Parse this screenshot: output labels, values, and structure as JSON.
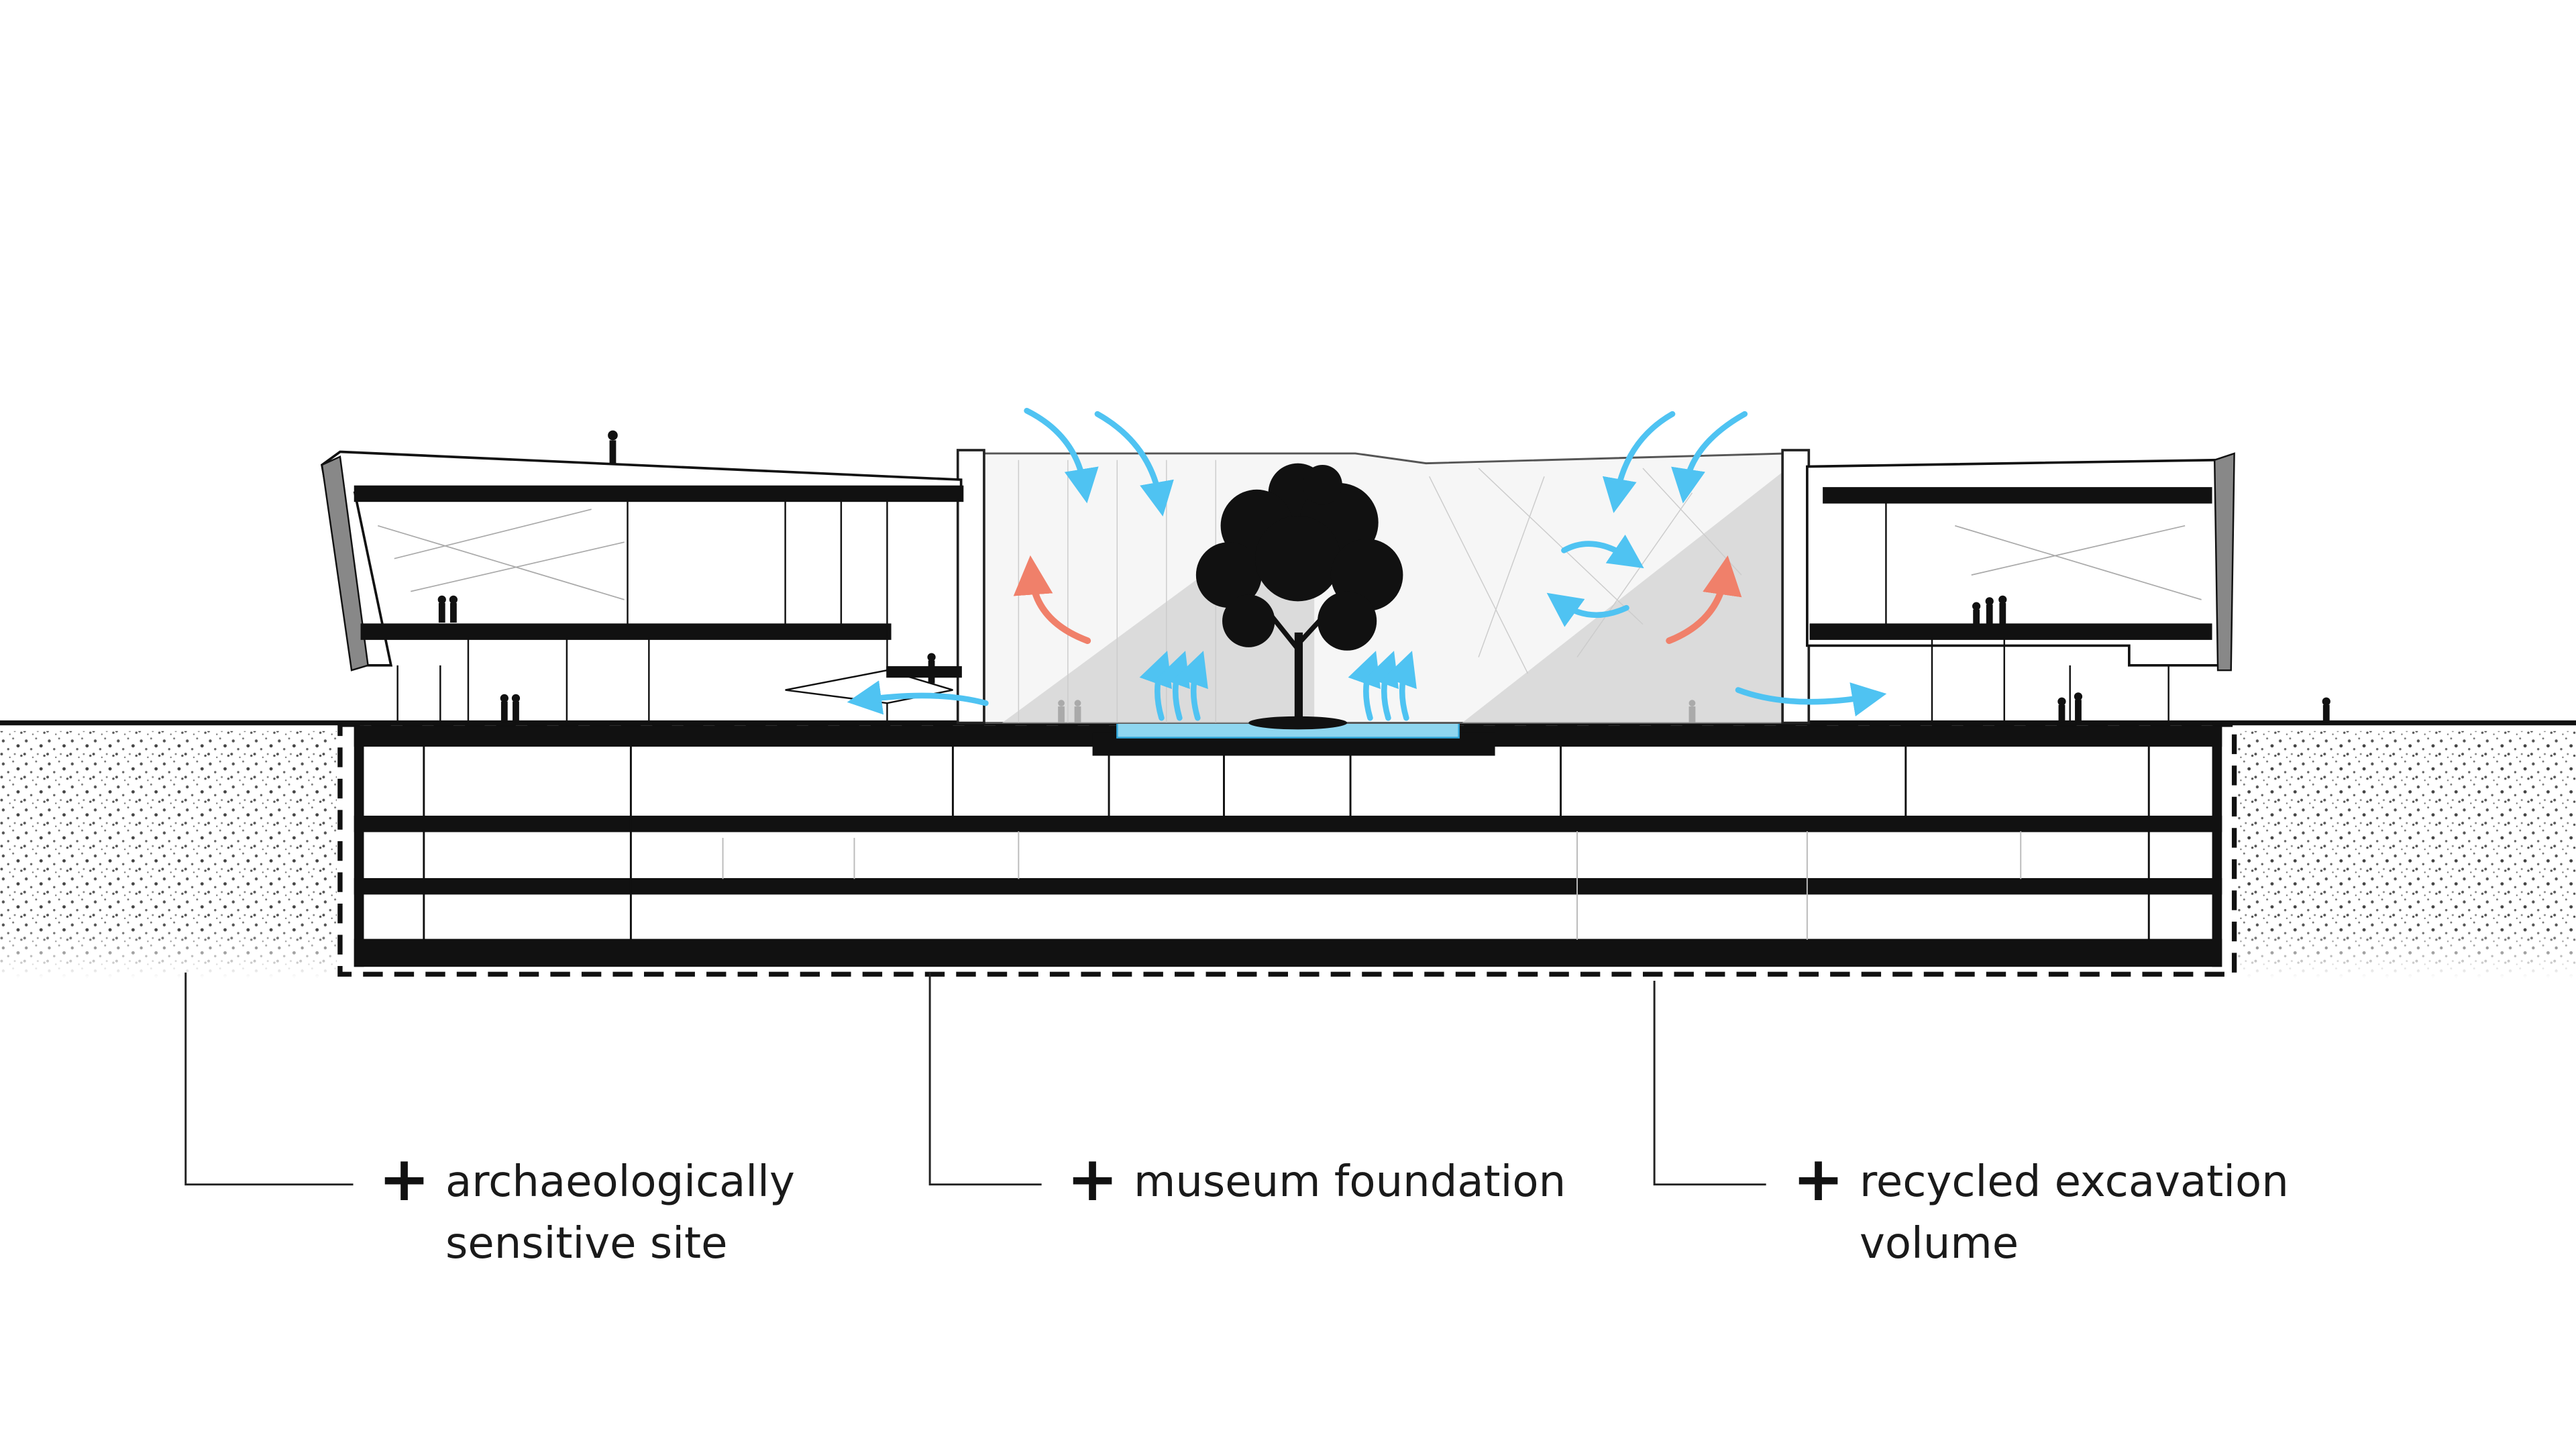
{
  "callouts": [
    {
      "lines": [
        "archaeologically",
        "sensitive site"
      ]
    },
    {
      "lines": [
        "museum foundation"
      ]
    },
    {
      "lines": [
        "recycled excavation",
        "volume"
      ]
    }
  ],
  "colors": {
    "ink": "#111111",
    "cool_air": "#4fc3f2",
    "warm_air": "#f0806a",
    "water": "#8fd6ef",
    "shade": "#d8d8d8",
    "soil": "#6b6b6b"
  },
  "icons": [
    "plus-icon",
    "tree-icon",
    "person-icon",
    "arrow-icon"
  ]
}
